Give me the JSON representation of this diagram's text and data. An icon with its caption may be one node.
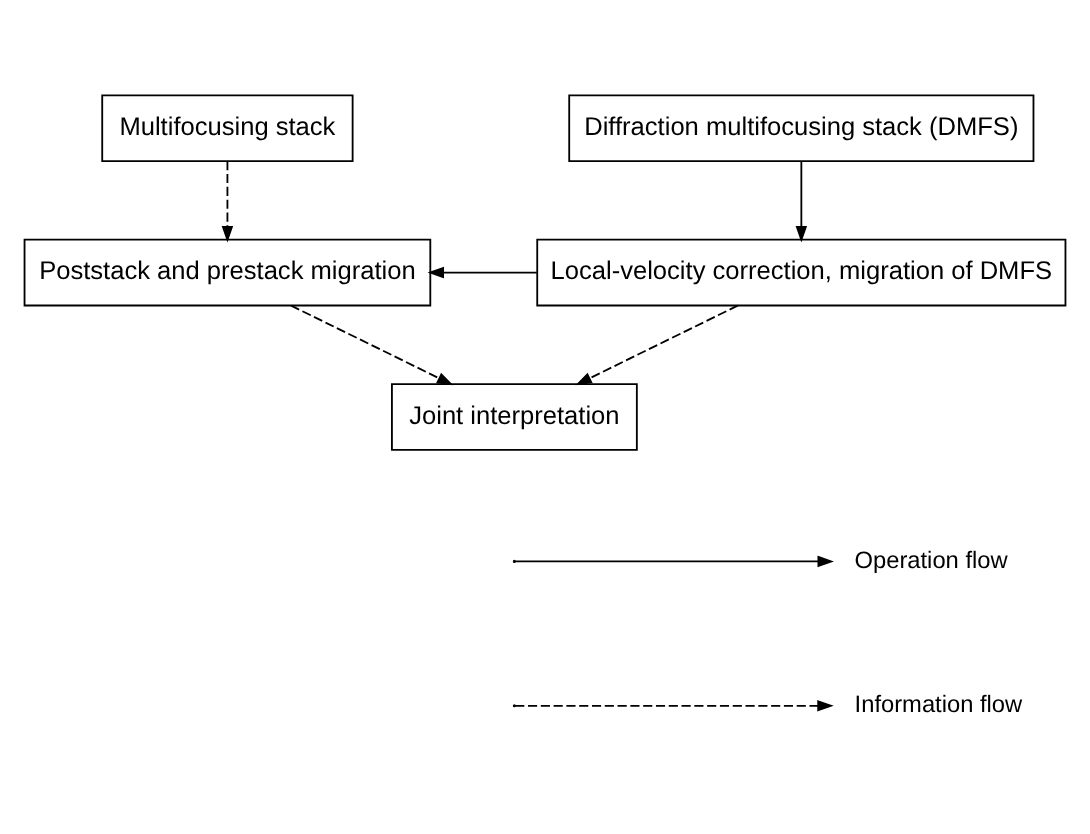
{
  "diagram": {
    "nodes": [
      {
        "text": [
          "Multifocusing stack"
        ]
      },
      {
        "text": [
          "Diffraction multifocusing stack (DMFS)"
        ]
      },
      {
        "text": [
          "Poststack and prestack migration"
        ]
      },
      {
        "text": [
          "Local-velocity correction, migration of DMFS"
        ]
      },
      {
        "text": [
          "Joint interpretation"
        ]
      }
    ],
    "edges": [
      {
        "from": 0,
        "to": 2,
        "arrow": "to",
        "style": "dashed"
      },
      {
        "from": 1,
        "to": 3,
        "arrow": "to"
      },
      {
        "from": 3,
        "to": 2,
        "arrow": "to"
      },
      {
        "from": 2,
        "to": 4,
        "arrow": "to",
        "style": "dashed"
      },
      {
        "from": 3,
        "to": 4,
        "arrow": "to",
        "style": "dashed"
      }
    ],
    "legend": [
      {
        "text": "Operation flow"
      },
      {
        "text": "Information flow"
      }
    ]
  }
}
